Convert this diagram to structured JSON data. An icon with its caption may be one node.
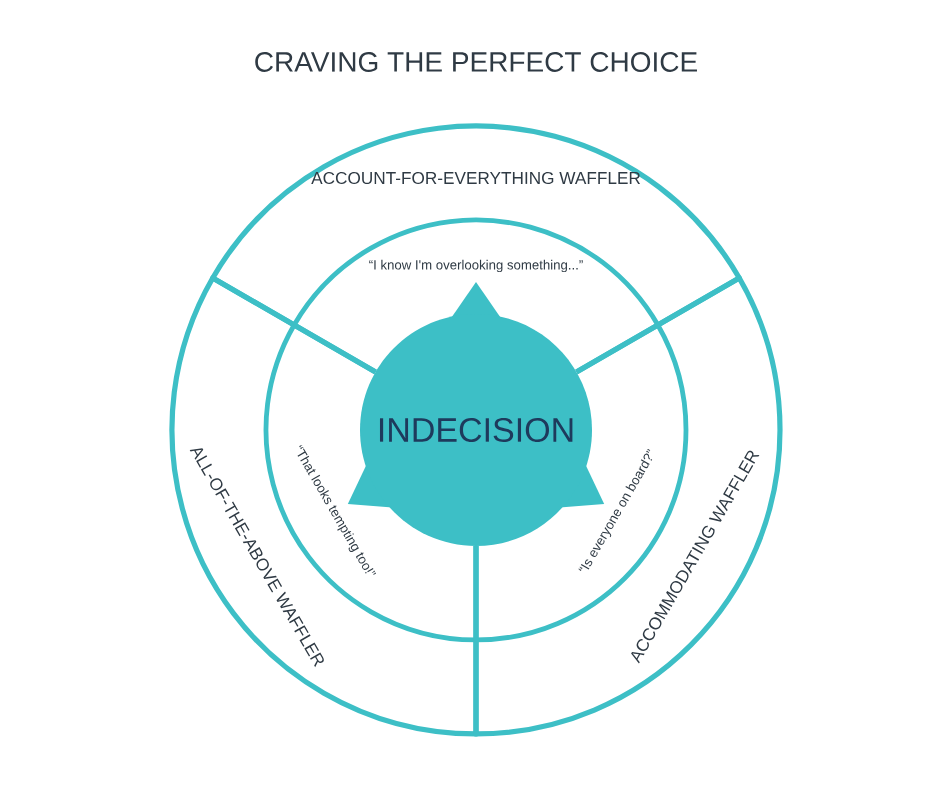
{
  "diagram": {
    "title": "CRAVING THE PERFECT CHOICE",
    "nodes": [
      {
        "text": [
          "INDECISION"
        ]
      },
      {
        "text": [
          "ACCOUNT-FOR-EVERYTHING WAFFLER",
          "“I know I'm overlooking something...”"
        ]
      },
      {
        "text": [
          "ALL-OF-THE-ABOVE WAFFLER",
          "“That looks tempting too!”"
        ]
      },
      {
        "text": [
          "ACCOMMODATING WAFFLER",
          "“Is everyone on board?”"
        ]
      }
    ]
  }
}
